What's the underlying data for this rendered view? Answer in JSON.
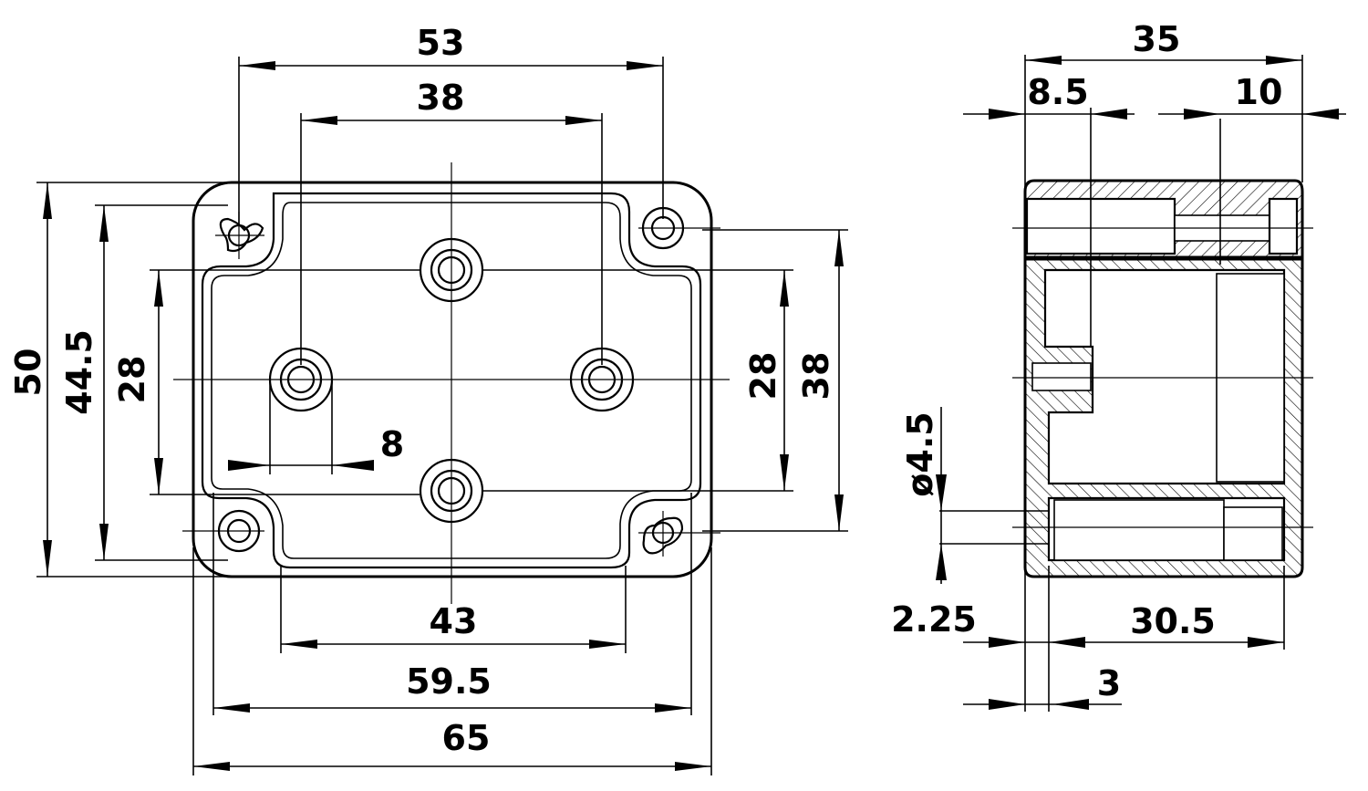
{
  "drawing": {
    "front_view": {
      "dimensions": {
        "top_outer": "53",
        "top_inner": "38",
        "left_outer": "50",
        "left_mid": "44.5",
        "left_inner": "28",
        "right_inner": "28",
        "right_outer": "38",
        "small_offset": "8",
        "bottom_inner": "43",
        "bottom_mid": "59.5",
        "bottom_outer": "65"
      }
    },
    "side_view": {
      "dimensions": {
        "top_overall": "35",
        "top_left": "8.5",
        "top_right": "10",
        "hole_diameter": "ø4.5",
        "bottom_wall": "2.25",
        "bottom_depth": "30.5",
        "bottom_small": "3"
      }
    }
  }
}
